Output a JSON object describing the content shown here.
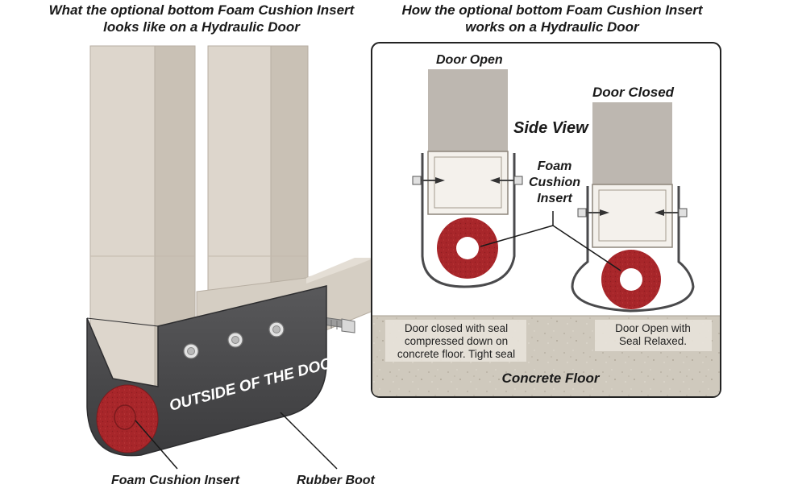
{
  "left_panel": {
    "title_line1": "What the optional bottom Foam Cushion Insert",
    "title_line2": "looks like on a Hydraulic Door",
    "boot_text": "OUTSIDE OF THE DOOR",
    "label_foam": "Foam Cushion Insert",
    "label_boot": "Rubber Boot"
  },
  "right_panel": {
    "title_line1": "How the optional bottom Foam Cushion Insert",
    "title_line2": "works on a Hydraulic Door",
    "door_open_label": "Door Open",
    "door_closed_label": "Door Closed",
    "side_view_label": "Side View",
    "foam_label_line1": "Foam",
    "foam_label_line2": "Cushion",
    "foam_label_line3": "Insert",
    "note_left_line1": "Door closed with seal",
    "note_left_line2": "compressed down on",
    "note_left_line3": "concrete floor. Tight seal",
    "note_right_line1": "Door Open with",
    "note_right_line2": "Seal Relaxed.",
    "floor_label": "Concrete Floor"
  },
  "colors": {
    "foam": "#a8262a",
    "boot": "#4a4a4c",
    "frame": "#ddd6cc",
    "door_panel": "#bdb7b0",
    "concrete": "#cfc9bd"
  }
}
